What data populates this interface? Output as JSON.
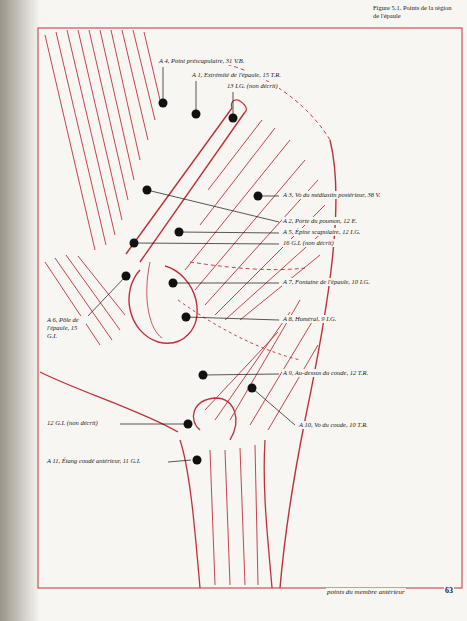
{
  "diagram": {
    "title": "Figure 5.1. Points de la région de l'épaule",
    "labels": [
      "A 4, Point préscapulaire, 31 V.B.",
      "A 1, Extrémité de l'épaule, 15 T.R.",
      "13 I.G. (non décrit)",
      "A 3, Vo du médiastin postérieur, 38 V.",
      "A 2, Porte du poumon, 12 E.",
      "A 5, Épine scapulaire, 12 I.G.",
      "16 G.I. (non décrit)",
      "A 7, Fontaine de l'épaule, 10 I.G.",
      "A 6, Pôle de l'épaule, 15 G.I.",
      "A 8, Huméral, 9 I.G.",
      "A 9, Au-dessus du coude, 12 T.R.",
      "A 10, Vo du coude, 10 T.R.",
      "12 G.I. (non décrit)",
      "A 11, Étang coudé antérieur, 11 G.I.",
      "points du membre antérieur",
      "63"
    ]
  }
}
